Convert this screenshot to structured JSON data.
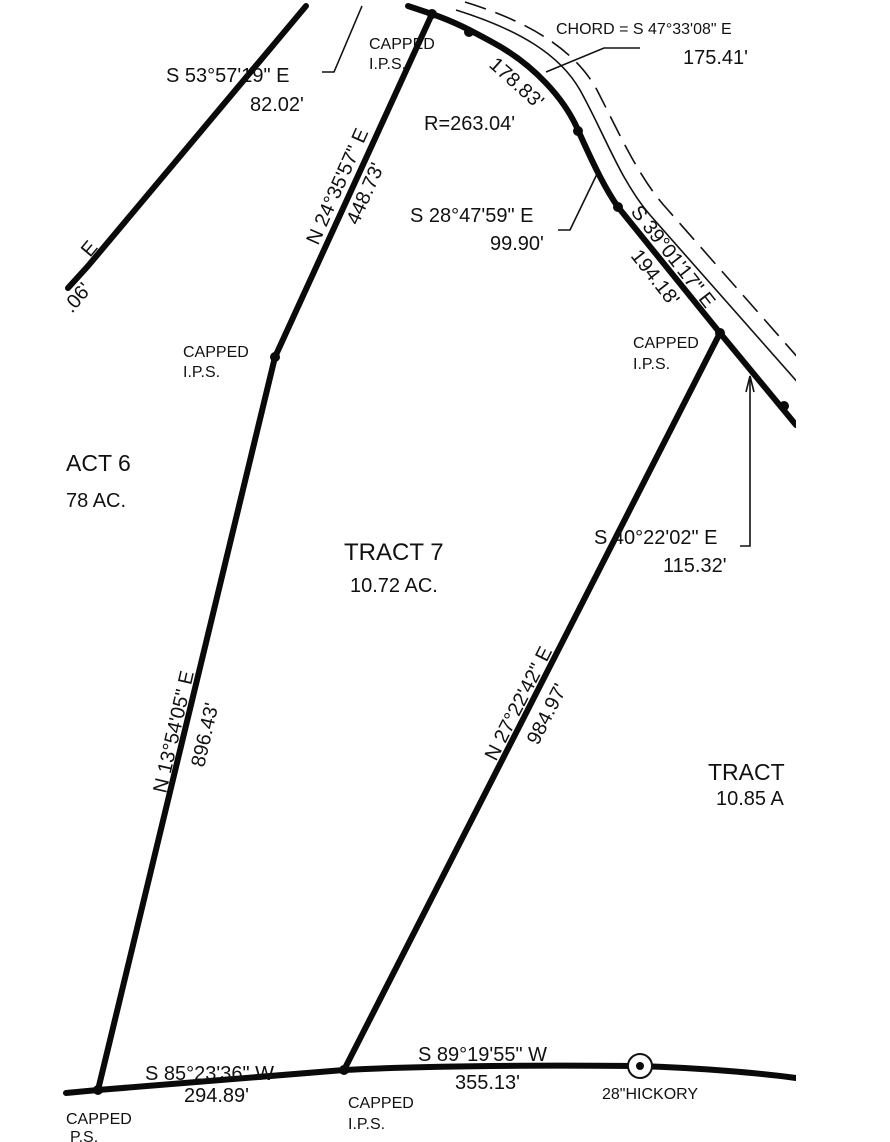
{
  "labels": {
    "tract7_name": "TRACT 7",
    "tract7_area": "10.72 AC.",
    "tract6_name": "ACT 6",
    "tract6_area": "78 AC.",
    "tract8_name": "TRACT",
    "tract8_area": "10.85 A",
    "chord_bearing": "CHORD = S 47°33'08\" E",
    "chord_length": "175.41'",
    "arc_length": "178.83'",
    "radius": "R=263.04'",
    "top_left_bearing": "S 53°57'19\" E",
    "top_left_length": "82.02'",
    "left_edge_bearing_part": "E",
    "left_edge_length_part": ".06'",
    "mid_bearing": "S 28°47'59\" E",
    "mid_length": "99.90'",
    "right_top_bearing": "S 39°01'17\" E",
    "right_top_length": "194.18'",
    "lower_right_bearing": "S 40°22'02\" E",
    "lower_right_length": "115.32'",
    "tract7_east_top_bearing": "N 24°35'57\" E",
    "tract7_east_top_length": "448.73'",
    "tract7_west_bearing": "N 13°54'05\" E",
    "tract7_west_length": "896.43'",
    "tract7_east_bearing": "N 27°22'42\" E",
    "tract7_east_length": "984.97'",
    "south_left_bearing": "S 85°23'36\" W",
    "south_left_length": "294.89'",
    "south_mid_bearing": "S 89°19'55\" W",
    "south_mid_length": "355.13'",
    "hickory": "28\"HICKORY",
    "capped": "CAPPED",
    "ips": "I.P.S.",
    "ips_partial": "P.S."
  }
}
